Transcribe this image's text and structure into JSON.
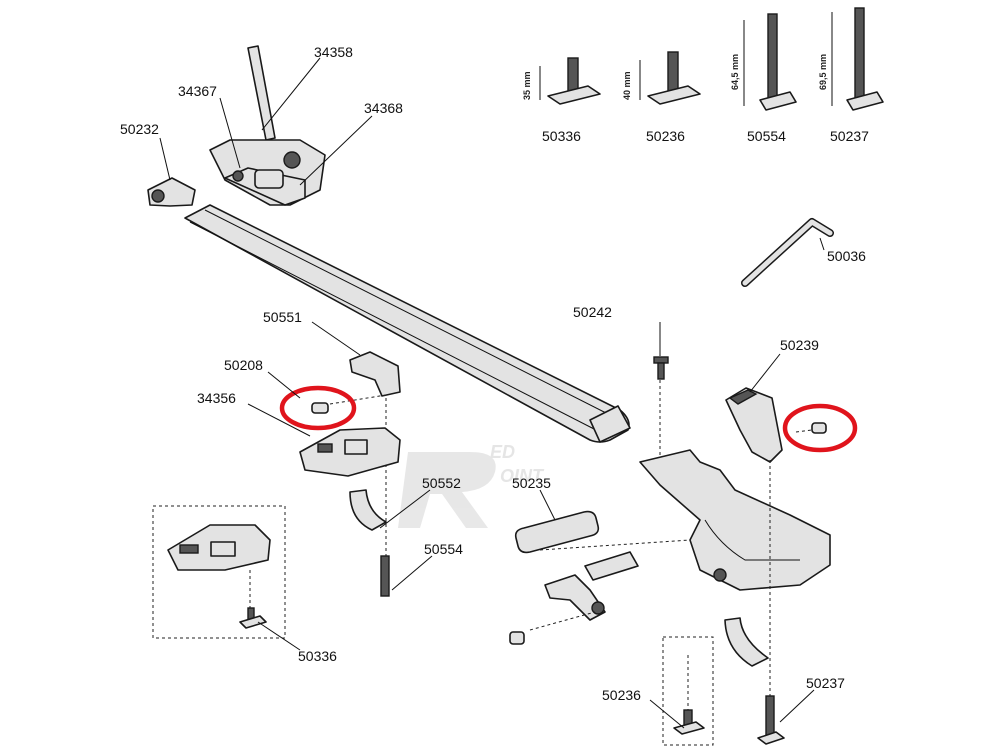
{
  "parts": {
    "p34358": "34358",
    "p34367": "34367",
    "p34368": "34368",
    "p50232": "50232",
    "p50336_top": "50336",
    "p50236_top": "50236",
    "p50554_top": "50554",
    "p50237_top": "50237",
    "p50036": "50036",
    "p50551": "50551",
    "p50208": "50208",
    "p34356": "34356",
    "p50242": "50242",
    "p50239": "50239",
    "p50552": "50552",
    "p50235": "50235",
    "p50554": "50554",
    "p50336": "50336",
    "p50236": "50236",
    "p50237": "50237"
  },
  "dimensions": {
    "d35": "35 mm",
    "d40": "40 mm",
    "d645": "64,5 mm",
    "d695": "69,5 mm"
  },
  "colors": {
    "highlight": "#e0141c",
    "watermark": "#d9d9d9"
  },
  "watermark": {
    "word_top": "ED",
    "word_bottom": "OINT",
    "description_icon": "redpoint-logo"
  }
}
